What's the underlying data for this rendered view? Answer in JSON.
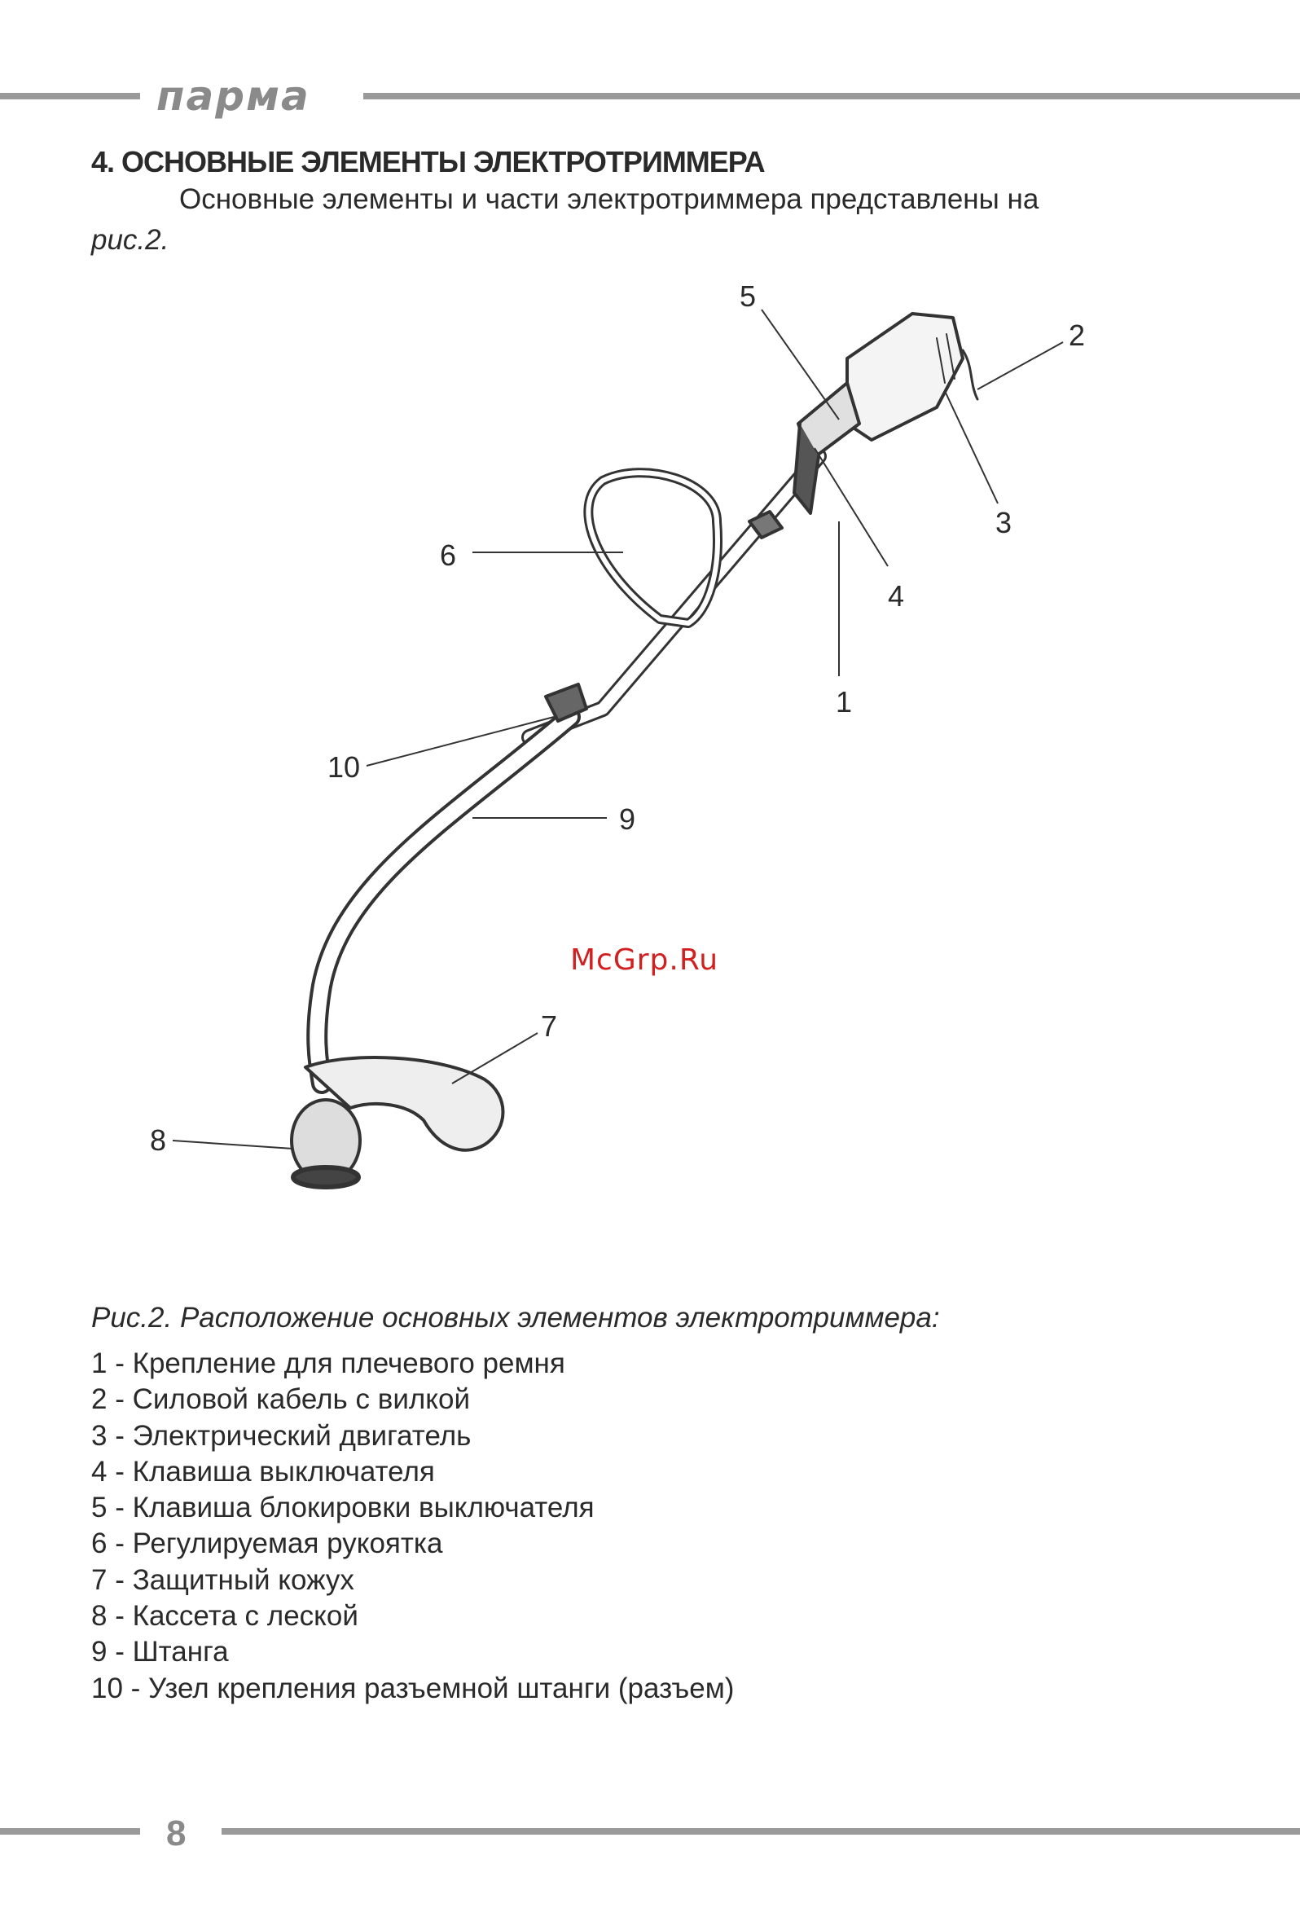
{
  "header": {
    "brand": "ПАРМА"
  },
  "section": {
    "heading": "4. ОСНОВНЫЕ ЭЛЕМЕНТЫ ЭЛЕКТРОТРИММЕРА",
    "intro_text": "Основные элементы и части электротриммера представлены на",
    "intro_ref": "рис.2."
  },
  "figure": {
    "callouts": [
      "1",
      "2",
      "3",
      "4",
      "5",
      "6",
      "7",
      "8",
      "9",
      "10"
    ],
    "watermark": "McGrp.Ru",
    "caption": "Рис.2. Расположение основных элементов электротриммера:"
  },
  "legend": [
    "1 - Крепление для плечевого ремня",
    "2 - Силовой кабель с вилкой",
    "3 - Электрический двигатель",
    "4 - Клавиша выключателя",
    "5 - Клавиша блокировки выключателя",
    "6 - Регулируемая рукоятка",
    "7 - Защитный кожух",
    "8 - Кассета с леской",
    "9 - Штанга",
    "10 - Узел крепления разъемной штанги (разъем)"
  ],
  "footer": {
    "page_number": "8"
  }
}
